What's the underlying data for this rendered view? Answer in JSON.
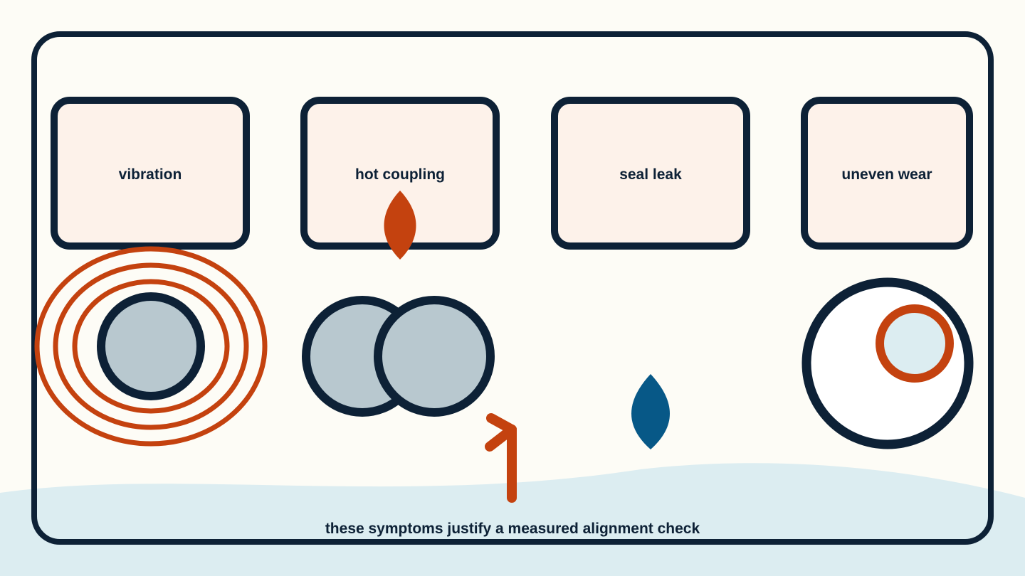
{
  "symptoms": [
    {
      "label": "vibration"
    },
    {
      "label": "hot coupling"
    },
    {
      "label": "seal leak"
    },
    {
      "label": "uneven wear"
    }
  ],
  "caption": "these symptoms justify a measured alignment check",
  "colors": {
    "background": "#fdfcf6",
    "outline": "#0d2136",
    "card_fill": "#fdf2ea",
    "accent_orange": "#c4420f",
    "accent_blue": "#075887",
    "shaft_fill": "#b8c8cf",
    "wave_fill": "#dcedf1"
  },
  "icons": [
    "vibration-rings-icon",
    "heat-flame-icon",
    "offset-couplings-icon",
    "misalignment-arrow-icon",
    "leak-drop-icon",
    "wear-bearing-icon"
  ]
}
